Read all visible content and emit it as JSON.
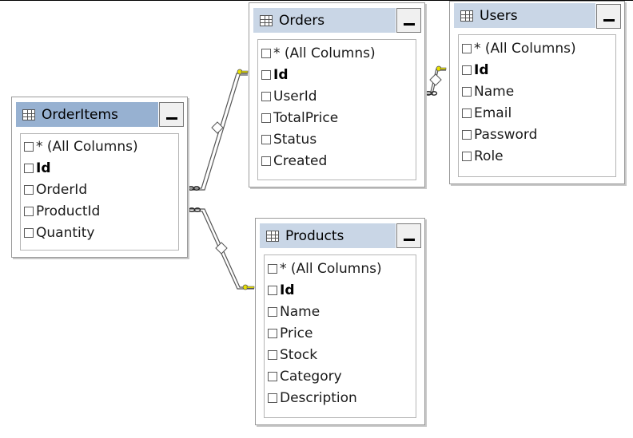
{
  "tables": {
    "orders": {
      "title": "Orders",
      "columns": [
        "* (All Columns)",
        "Id",
        "UserId",
        "TotalPrice",
        "Status",
        "Created"
      ]
    },
    "users": {
      "title": "Users",
      "columns": [
        "* (All Columns)",
        "Id",
        "Name",
        "Email",
        "Password",
        "Role"
      ]
    },
    "orderitems": {
      "title": "OrderItems",
      "columns": [
        "* (All Columns)",
        "Id",
        "OrderId",
        "ProductId",
        "Quantity"
      ]
    },
    "products": {
      "title": "Products",
      "columns": [
        "* (All Columns)",
        "Id",
        "Name",
        "Price",
        "Stock",
        "Category",
        "Description"
      ]
    }
  },
  "colors": {
    "header_selected": "#97b1d1",
    "header_normal": "#c9d6e6",
    "key_icon": "#e8e000"
  }
}
